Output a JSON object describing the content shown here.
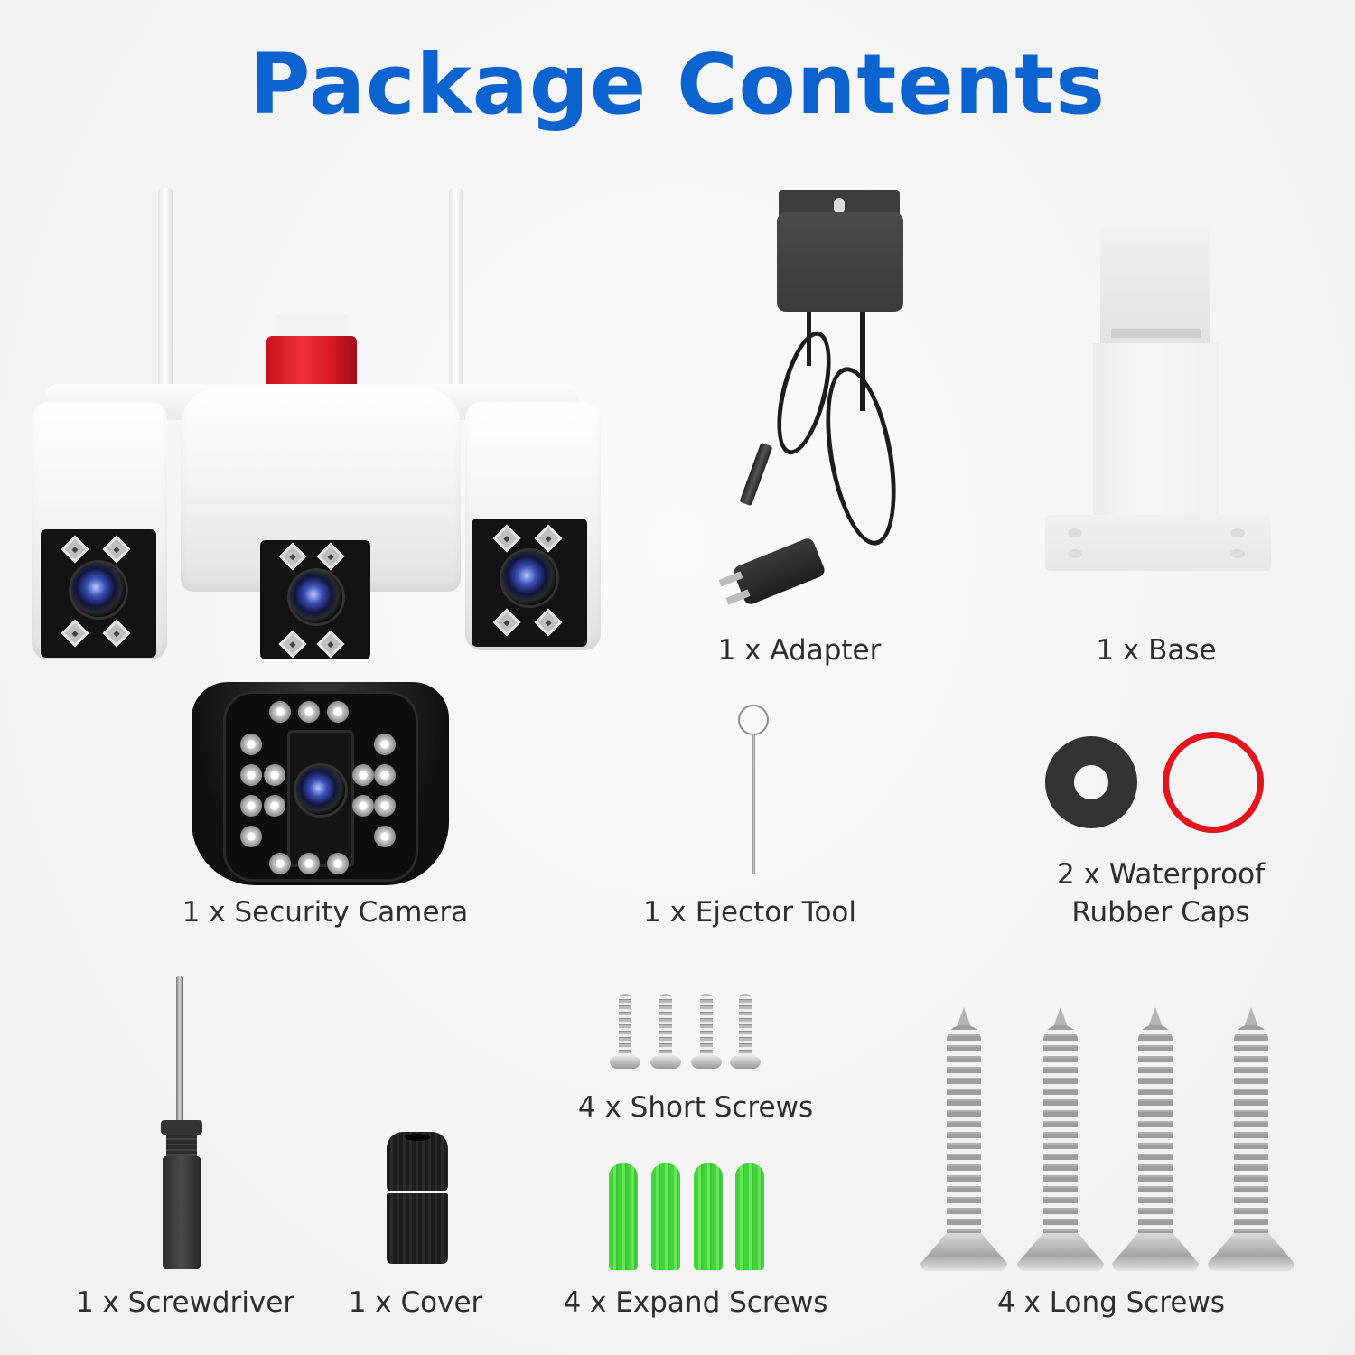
{
  "title": "Package Contents",
  "colors": {
    "title": "#0b63cf",
    "label": "#2e2e2e",
    "background": "#f4f4f4",
    "red_ring": "#e3141b",
    "black_ring": "#333333",
    "anchor_green": "#4fd944"
  },
  "items": [
    {
      "id": "security-camera",
      "label": "1 x Security Camera",
      "quantity": 1,
      "name": "Security Camera",
      "icon": "security-camera-icon"
    },
    {
      "id": "adapter",
      "label": "1 x Adapter",
      "quantity": 1,
      "name": "Adapter",
      "icon": "power-adapter-icon"
    },
    {
      "id": "base",
      "label": "1 x Base",
      "quantity": 1,
      "name": "Base",
      "icon": "mounting-base-icon"
    },
    {
      "id": "ejector-tool",
      "label": "1 x Ejector Tool",
      "quantity": 1,
      "name": "Ejector Tool",
      "icon": "ejector-pin-icon"
    },
    {
      "id": "rubber-caps",
      "label_line1": "2 x Waterproof",
      "label_line2": "Rubber Caps",
      "quantity": 2,
      "name": "Waterproof Rubber Caps",
      "icon": "rubber-ring-icon"
    },
    {
      "id": "screwdriver",
      "label": "1 x Screwdriver",
      "quantity": 1,
      "name": "Screwdriver",
      "icon": "screwdriver-icon"
    },
    {
      "id": "cover",
      "label": "1 x Cover",
      "quantity": 1,
      "name": "Cover",
      "icon": "waterproof-cover-icon"
    },
    {
      "id": "short-screws",
      "label": "4 x Short Screws",
      "quantity": 4,
      "name": "Short Screws",
      "icon": "short-screw-icon"
    },
    {
      "id": "expand-screws",
      "label": "4 x Expand Screws",
      "quantity": 4,
      "name": "Expand Screws",
      "icon": "wall-anchor-icon"
    },
    {
      "id": "long-screws",
      "label": "4 x Long Screws",
      "quantity": 4,
      "name": "Long Screws",
      "icon": "long-screw-icon"
    }
  ]
}
